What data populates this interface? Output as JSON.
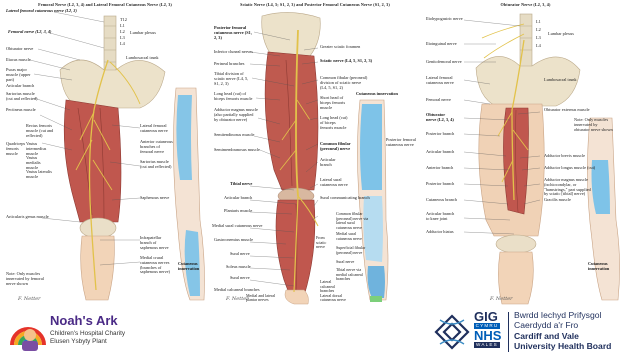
{
  "panels": {
    "femoral": {
      "title": "Femoral Nerve (L2, 3, 4) and Lateral Femoral Cutaneous Nerve (L2, 3)",
      "labels": {
        "lat_fem_cut": "Lateral femoral cutaneous nerve (L2, 3)",
        "femoral": "Femoral nerve (L2, 3, 4)",
        "obturator": "Obturator nerve",
        "iliacus": "Iliacus muscle",
        "psoas": "Psoas major muscle (upper part)",
        "articular": "Articular branch",
        "sartorius": "Sartorius muscle (cut and reflected)",
        "pectineus": "Pectineus muscle",
        "rectus": "Rectus femoris muscle (cut and reflected)",
        "quadriceps": "Quadriceps femoris muscle",
        "vastus_int": "Vastus intermedius muscle",
        "vastus_med": "Vastus medialis muscle",
        "vastus_lat": "Vastus lateralis muscle",
        "artic_genus": "Articularis genus muscle",
        "lumbar_plexus": "Lumbar plexus",
        "lumbosacral": "Lumbosacral trunk",
        "lat_fem_cut_right": "Lateral femoral cutaneous nerve",
        "ant_cut": "Anterior cutaneous branches of femoral nerve",
        "sart_right": "Sartorius muscle (cut and reflected)",
        "saphenous": "Saphenous nerve",
        "infrapatellar": "Infrapatellar branch of saphenous nerve",
        "medial_crural": "Medial crural cutaneous nerves (branches of saphenous nerve)",
        "note": "Note: Only muscles innervated by femoral nerve shown",
        "cut_innerv": "Cutaneous innervation",
        "t12": "T12",
        "l1": "L1",
        "l2": "L2",
        "l3": "L3",
        "l4": "L4"
      }
    },
    "sciatic": {
      "title": "Sciatic Nerve (L4, 5; S1, 2, 3) and Posterior Femoral Cutaneous Nerve (S1, 2, 3)",
      "labels": {
        "post_fem": "Posterior femoral cutaneous nerve (S1, 2, 3)",
        "inf_clun": "Inferior cluneal nerves",
        "perineal": "Perineal branches",
        "tibial_div": "Tibial division of sciatic nerve (L4, 5, S1, 2, 3)",
        "long_head": "Long head (cut) of biceps femoris muscle",
        "add_magnus": "Adductor magnus muscle (also partially supplied by obturator nerve)",
        "semitend": "Semitendinosus muscle",
        "semimemb": "Semimembranosus muscle",
        "tibial": "Tibial nerve",
        "art_branch": "Articular branch",
        "plantaris": "Plantaris muscle",
        "med_sural": "Medial sural cutaneous nerve",
        "gastro": "Gastrocnemius muscle",
        "sural": "Sural nerve",
        "soleus": "Soleus muscle",
        "sural2": "Sural nerve",
        "med_calc": "Medial calcaneal branches",
        "med_lat_plantar": "Medial and lateral plantar nerves",
        "greater_sciatic": "Greater sciatic foramen",
        "sciatic_nerve": "Sciatic nerve (L4, 5, S1, 2, 3)",
        "common_fib_div": "Common fibular (peroneal) division of sciatic nerve (L4, 5, S1, 2)",
        "short_head": "Short head of biceps femoris muscle",
        "long_head2": "Long head (cut) of biceps femoris muscle",
        "common_fib": "Common fibular (peroneal) nerve",
        "art_branch2": "Articular branch",
        "lat_sural": "Lateral sural cutaneous nerve",
        "sural_comm": "Sural communicating branch",
        "cut_innerv": "Cutaneous innervation",
        "post_fem_cut2": "Posterior femoral cutaneous nerve",
        "cf_via": "Common fibular (peroneal) nerve via lateral sural cutaneous nerve",
        "med_sural2": "Medial sural cutaneous nerve",
        "sup_fib": "Superficial fibular (peroneal) nerve",
        "from_sciatic": "From sciatic nerve",
        "sural3": "Sural nerve",
        "tibial_via": "Tibial nerve via medial calcaneal branches",
        "lat_calc": "Lateral calcaneal branches",
        "lat_dorsal": "Lateral dorsal cutaneous nerve"
      }
    },
    "obturator": {
      "title": "Obturator Nerve (L2, 3, 4)",
      "labels": {
        "iliohypo": "Iliohypogastric nerve",
        "ilioinguinal": "Ilioinguinal nerve",
        "genitofem": "Genitofemoral nerve",
        "lat_fem_cut": "Lateral femoral cutaneous nerve",
        "femoral": "Femoral nerve",
        "obturator_nerve": "Obturator nerve (L2, 3, 4)",
        "post_branch": "Posterior branch",
        "artic_branch": "Articular branch",
        "ant_branch": "Anterior branch",
        "post_branch2": "Posterior branch",
        "cut_branch": "Cutaneous branch",
        "art_knee": "Articular branch to knee joint",
        "add_hiatus": "Adductor hiatus",
        "lumbar_plexus": "Lumbar plexus",
        "lumbosacral": "Lumbosacral trunk",
        "obt_ext": "Obturator externus muscle",
        "note": "Note: Only muscles innervated by obturator nerve shown",
        "add_brevis": "Adductor brevis muscle",
        "add_longus": "Adductor longus muscle (cut)",
        "add_magnus": "Adductor magnus muscle (ischiocondylar, or \"hamstrings,\" part supplied by sciatic [tibial] nerve)",
        "gracilis": "Gracilis muscle",
        "cut_innerv": "Cutaneous innervation",
        "l1": "L1",
        "l2": "L2",
        "l3": "L3",
        "l4": "L4"
      }
    }
  },
  "logos": {
    "noahs_ark": {
      "title": "Noah's Ark",
      "line1": "Children's Hospital Charity",
      "line2": "Elusen Ysbyty Plant"
    },
    "nhs_wales": {
      "gig": "GIG",
      "cymru": "CYMRU",
      "nhs": "NHS",
      "wales": "WALES",
      "welsh_line1": "Bwrdd Iechyd Prifysgol",
      "welsh_line2": "Caerdydd a'r Fro",
      "english_line1": "Cardiff and Vale",
      "english_line2": "University Health Board"
    }
  },
  "colors": {
    "muscle": "#b5524a",
    "muscle_dark": "#8e3a33",
    "nerve": "#e2c24a",
    "skin": "#f2d4b8",
    "bone": "#e9dfc8",
    "cutaneous_blue": "#7ec3e8",
    "nhs_blue": "#005eb8",
    "nhs_navy": "#1f2f5c"
  }
}
